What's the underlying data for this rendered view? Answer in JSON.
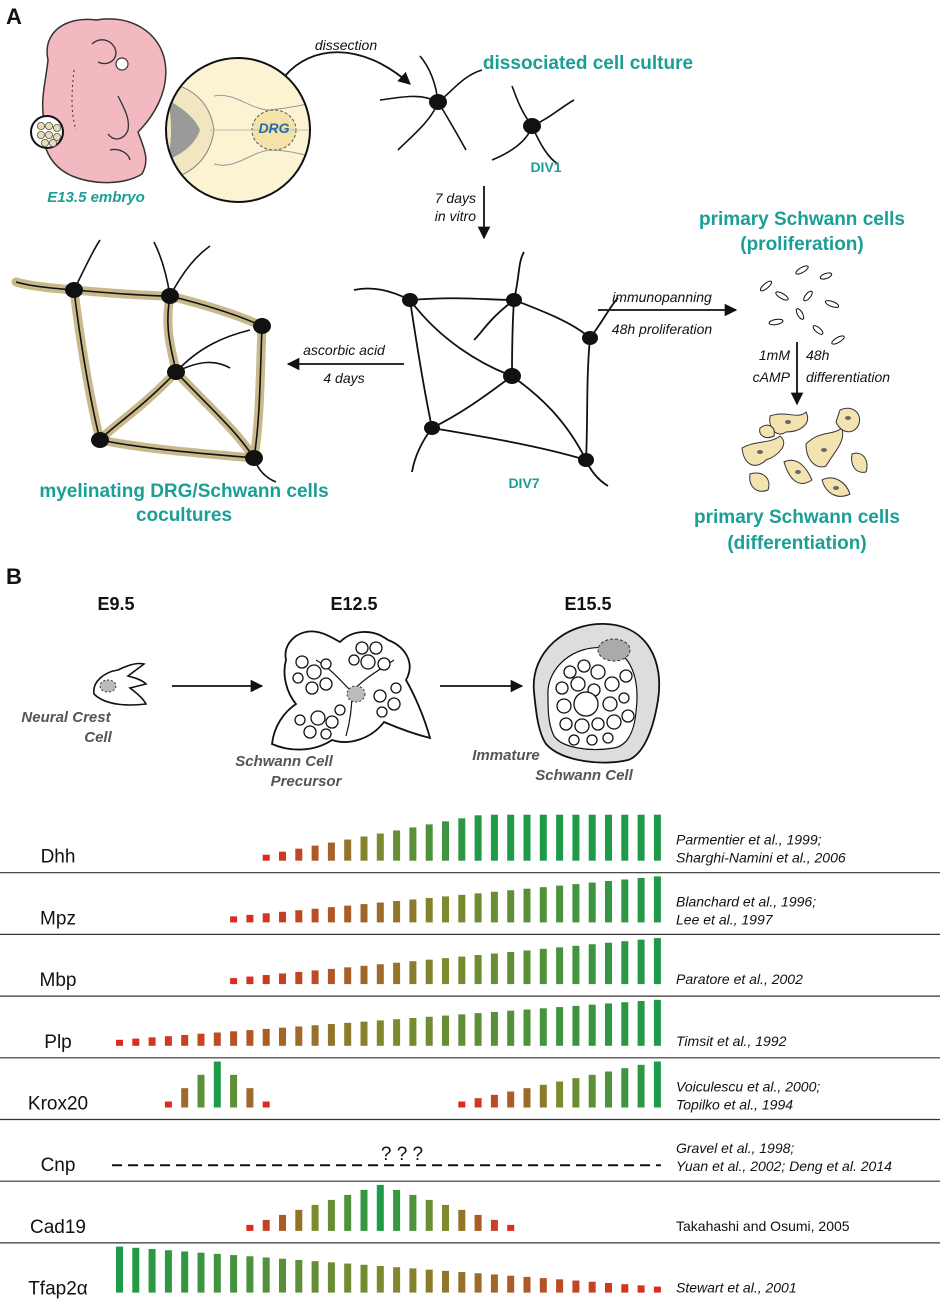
{
  "panel_a": {
    "label": "A",
    "embryo_label": "E13.5 embryo",
    "drg_label": "DRG",
    "dissection_label": "dissection",
    "dissociated_title": "dissociated cell culture",
    "div1_label": "DIV1",
    "days_line1": "7 days",
    "days_line2": "in vitro",
    "div7_label": "DIV7",
    "ascorbic_line1": "ascorbic acid",
    "ascorbic_line2": "4 days",
    "myelinating_line1": "myelinating DRG/Schwann cells",
    "myelinating_line2": "cocultures",
    "immuno_line1": "immunopanning",
    "immuno_line2": "48h proliferation",
    "prolif_line1": "primary Schwann cells",
    "prolif_line2": "(proliferation)",
    "camp_line1": "1mM",
    "camp_line2": "cAMP",
    "diff_time_line1": "48h",
    "diff_time_line2": "differentiation",
    "differ_line1": "primary Schwann cells",
    "differ_line2": "(differentiation)"
  },
  "panel_b": {
    "label": "B",
    "stage1": "E9.5",
    "stage2": "E12.5",
    "stage3": "E15.5",
    "cell1_line1": "Neural Crest",
    "cell1_line2": "Cell",
    "cell2_line1": "Schwann Cell",
    "cell2_line2": "Precursor",
    "cell3_line1": "Immature",
    "cell3_line2": "Schwann Cell",
    "unknown_mark": "? ? ?"
  },
  "chart_data": {
    "type": "bar",
    "colors": {
      "low": "#dd2a1e",
      "mid": "#7d8a2e",
      "high": "#1e9a48"
    },
    "genes": [
      {
        "name": "Dhh",
        "ref1": "Parmentier et al., 1999;",
        "ref2": "Sharghi-Namini et al., 2006",
        "ref_style": "italic",
        "bars": [
          {
            "start": 9,
            "count": 25,
            "h0": 0.12,
            "h1": 1,
            "ramp": 0.55
          }
        ]
      },
      {
        "name": "Mpz",
        "ref1": "Blanchard et al., 1996;",
        "ref2": "Lee et al., 1997",
        "ref_style": "italic",
        "bars": [
          {
            "start": 7,
            "count": 27,
            "h0": 0.12,
            "h1": 1,
            "ramp": 1
          }
        ]
      },
      {
        "name": "Mbp",
        "ref1": "Paratore et al., 2002",
        "ref2": "",
        "ref_style": "italic",
        "bars": [
          {
            "start": 7,
            "count": 27,
            "h0": 0.12,
            "h1": 1,
            "ramp": 1
          }
        ]
      },
      {
        "name": "Plp",
        "ref1": "Timsit et al., 1992",
        "ref2": "",
        "ref_style": "italic",
        "bars": [
          {
            "start": 0,
            "count": 34,
            "h0": 0.12,
            "h1": 1,
            "ramp": 1
          }
        ]
      },
      {
        "name": "Krox20",
        "ref1": "Voiculescu et al., 2000;",
        "ref2": "Topilko et al., 1994",
        "ref_style": "italic",
        "bars": [
          {
            "start": 3,
            "count": 7,
            "peak": true,
            "h0": 0.12,
            "h1": 1
          },
          {
            "start": 21,
            "count": 13,
            "h0": 0.12,
            "h1": 1,
            "ramp": 1
          }
        ]
      },
      {
        "name": "Cnp",
        "ref1": "Gravel et al., 1998;",
        "ref2": "Yuan et al., 2002; Deng et al. 2014",
        "ref_style": "italic",
        "dashed": true,
        "bars": []
      },
      {
        "name": "Cad19",
        "ref1": "Takahashi and Osumi, 2005",
        "ref2": "",
        "ref_style": "normal",
        "bars": [
          {
            "start": 8,
            "count": 17,
            "peak": true,
            "h0": 0.12,
            "h1": 1
          }
        ]
      },
      {
        "name": "Tfap2α",
        "ref1": "Stewart et al., 2001",
        "ref2": "",
        "ref_style": "mixed",
        "bars": [
          {
            "start": 0,
            "count": 34,
            "reverse": true,
            "h0": 0.12,
            "h1": 1,
            "ramp": 1
          }
        ]
      }
    ]
  }
}
